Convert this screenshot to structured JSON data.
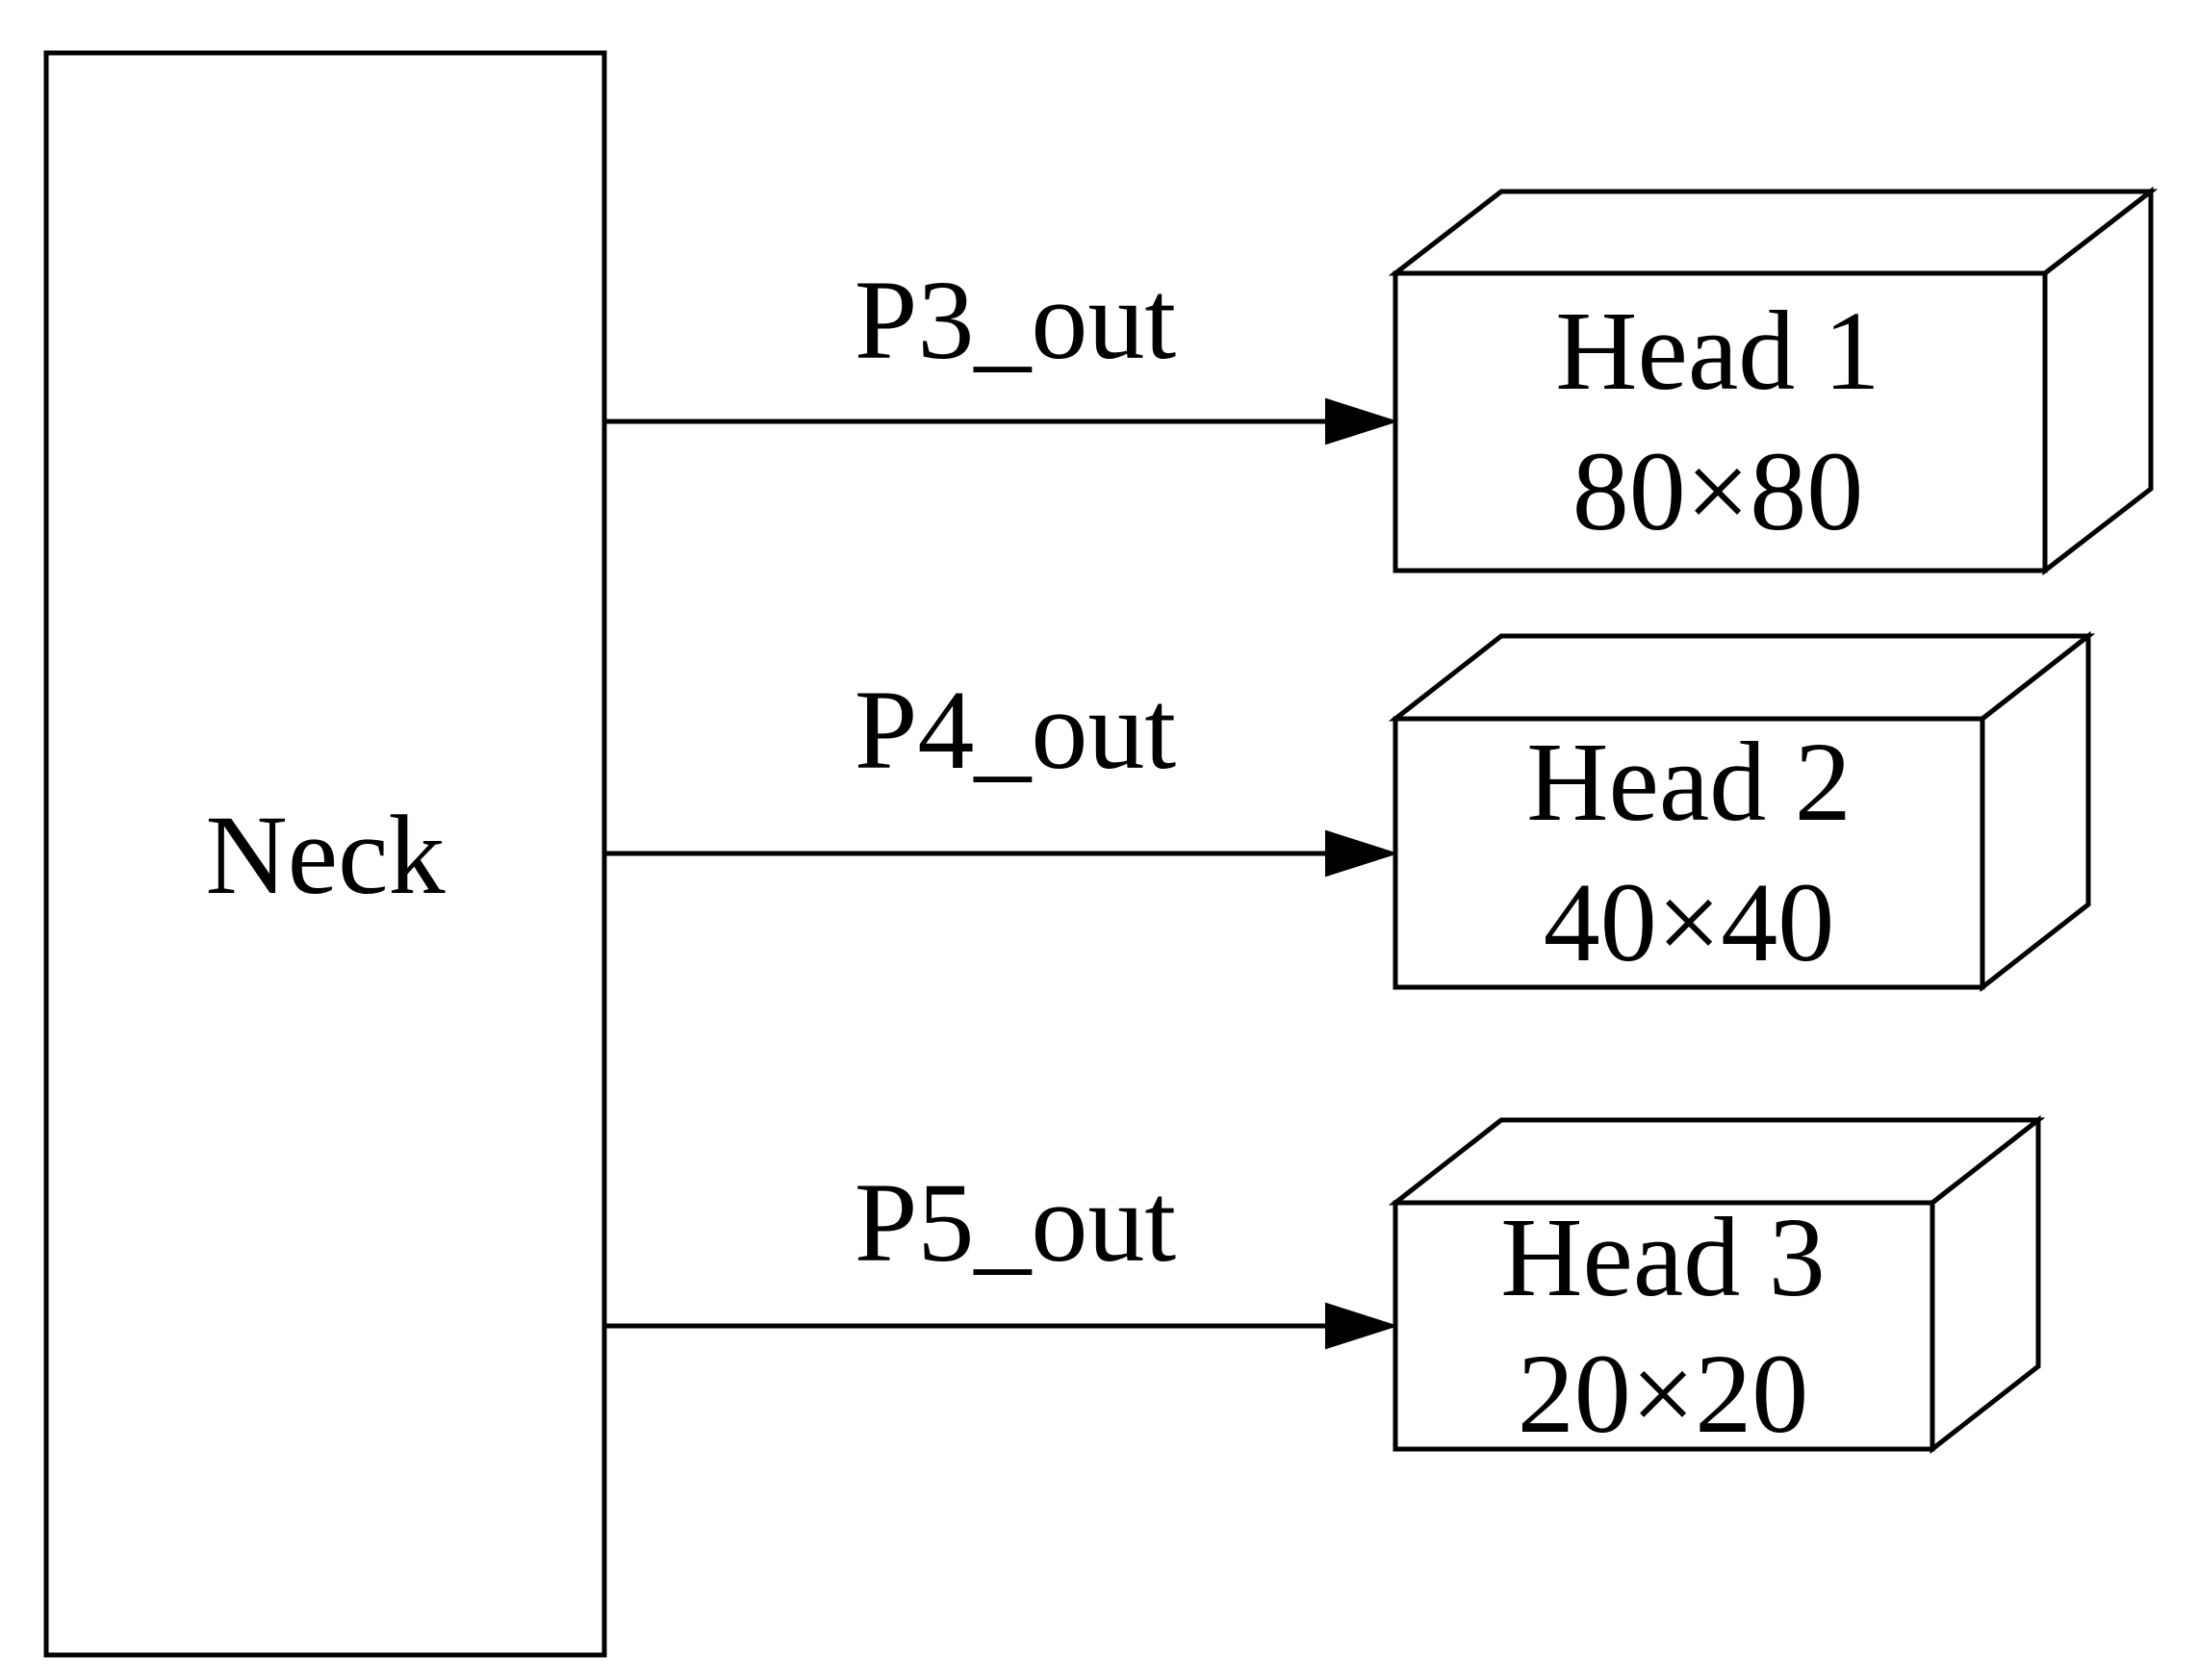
{
  "neck": {
    "label": "Neck"
  },
  "connections": [
    {
      "label": "P3_out"
    },
    {
      "label": "P4_out"
    },
    {
      "label": "P5_out"
    }
  ],
  "heads": [
    {
      "name": "Head 1",
      "size": "80×80"
    },
    {
      "name": "Head 2",
      "size": "40×40"
    },
    {
      "name": "Head 3",
      "size": "20×20"
    }
  ]
}
